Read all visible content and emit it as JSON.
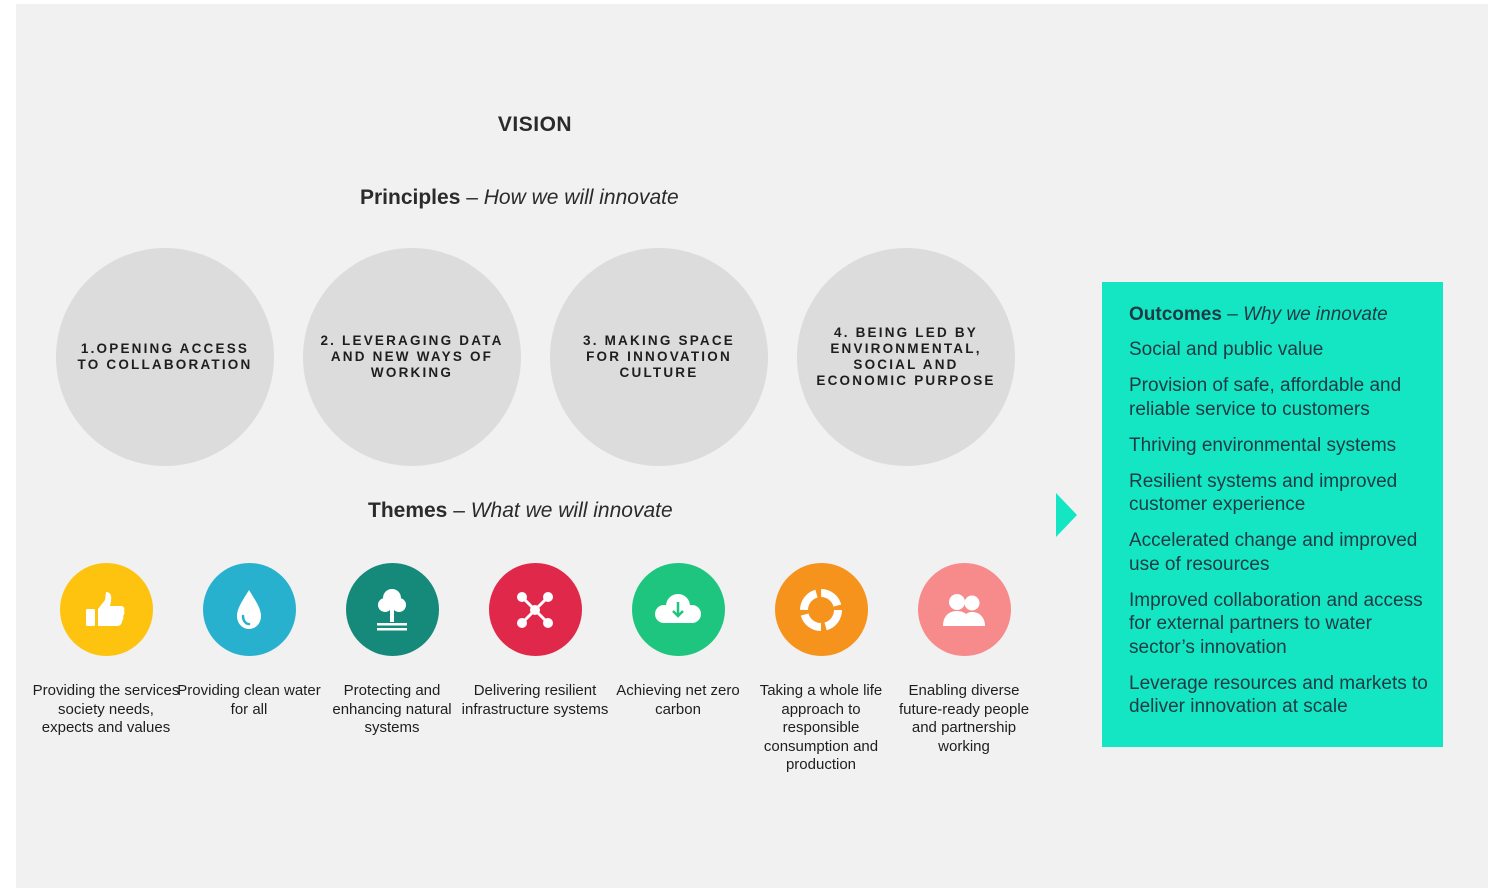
{
  "title": "VISION",
  "principles": {
    "heading": "Principles",
    "subheading": "How we will innovate",
    "items": [
      {
        "label": "1.OPENING ACCESS TO COLLABORATION"
      },
      {
        "label": "2. LEVERAGING DATA AND NEW WAYS OF WORKING"
      },
      {
        "label": "3. MAKING SPACE FOR INNOVATION CULTURE"
      },
      {
        "label": "4. BEING LED BY ENVIRONMENTAL, SOCIAL AND ECONOMIC PURPOSE"
      }
    ]
  },
  "themes": {
    "heading": "Themes",
    "subheading": "What we will innovate",
    "items": [
      {
        "label": "Providing the services society needs, expects and values",
        "icon": "thumbs-up-icon",
        "color": "#fdc30f"
      },
      {
        "label": "Providing clean water for all",
        "icon": "water-drop-icon",
        "color": "#28b1cf"
      },
      {
        "label": "Protecting and enhancing natural systems",
        "icon": "tree-icon",
        "color": "#168a7a"
      },
      {
        "label": "Delivering resilient infrastructure systems",
        "icon": "network-nodes-icon",
        "color": "#e0284a"
      },
      {
        "label": "Achieving net zero carbon",
        "icon": "cloud-download-icon",
        "color": "#1ec57f"
      },
      {
        "label": "Taking a whole life approach to responsible consumption and production",
        "icon": "circular-cycle-icon",
        "color": "#f6931d"
      },
      {
        "label": "Enabling diverse future-ready people and partnership working",
        "icon": "people-icon",
        "color": "#f78b8b"
      }
    ]
  },
  "outcomes": {
    "heading": "Outcomes",
    "subheading": "Why we innovate",
    "background": "#14e6c3",
    "items": [
      "Social and public value",
      "Provision of safe, affordable and reliable service to customers",
      "Thriving environmental systems",
      "Resilient systems and improved customer experience",
      "Accelerated change and improved use of resources",
      "Improved collaboration and access for external partners to water sector’s innovation",
      "Leverage resources and markets to deliver innovation at scale"
    ]
  }
}
